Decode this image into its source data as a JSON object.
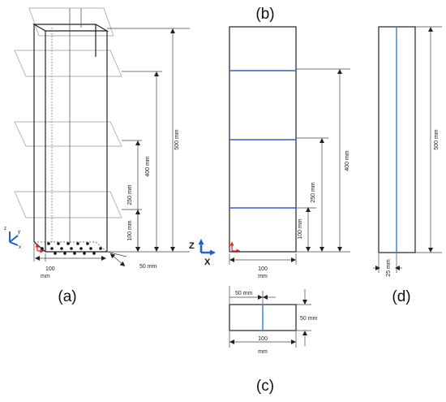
{
  "panels": {
    "a": "(a)",
    "b": "(b)",
    "c": "(c)",
    "d": "(d)"
  },
  "dims": {
    "h500": "500 mm",
    "h400": "400 mm",
    "h250": "250 mm",
    "h100": "100 mm",
    "w100": "100",
    "unit": "mm",
    "d50": "50 mm",
    "d25": "25 mm"
  },
  "axes": {
    "z": "Z",
    "x": "X",
    "small_z": "z",
    "small_y": "y",
    "small_x": "x"
  },
  "colors": {
    "sensor_line": "#3a5bd9",
    "center_line": "#2f7fd8",
    "axis_blue": "#1f5fd0",
    "axis_red": "#e02020"
  }
}
